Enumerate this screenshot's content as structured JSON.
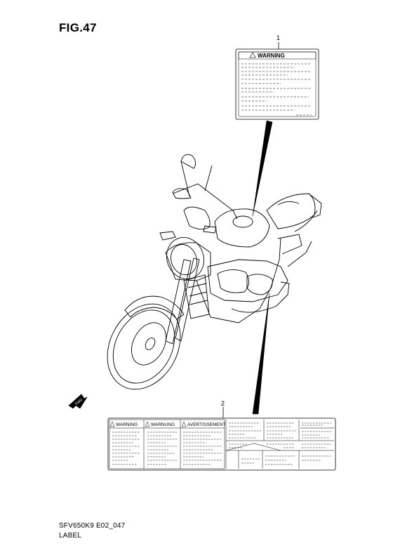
{
  "figure": {
    "title": "FIG.47",
    "code": "SFV650K9 E02_047",
    "caption": "LABEL"
  },
  "callouts": [
    {
      "number": "1"
    },
    {
      "number": "2"
    }
  ],
  "label_1": {
    "heading": "WARNING"
  },
  "label_2": {
    "panels": [
      "WARNING",
      "WARNUNG",
      "AVERTISSEMENT"
    ]
  },
  "arrow_badge": {
    "text": "FWD"
  },
  "icons": {
    "warning": "warning-triangle-icon",
    "forward": "forward-arrow-icon"
  },
  "colors": {
    "ink": "#000000",
    "paper": "#ffffff"
  }
}
